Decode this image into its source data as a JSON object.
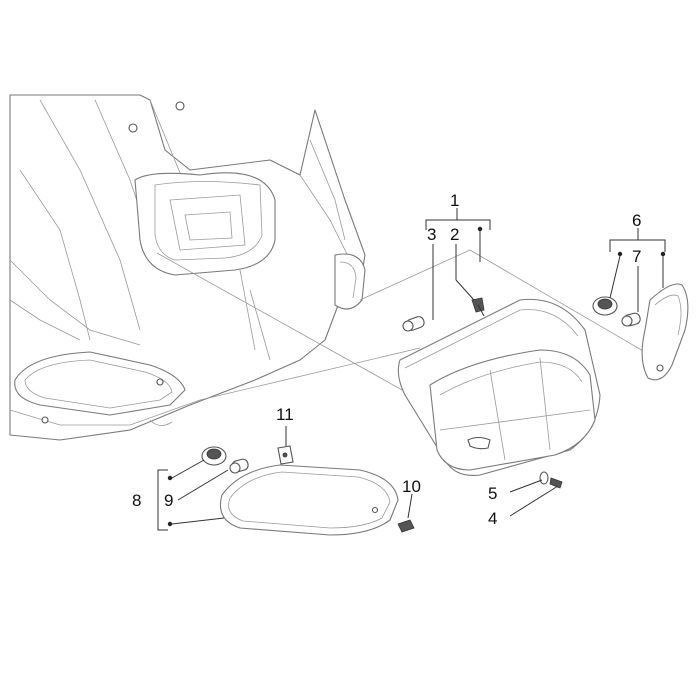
{
  "callouts": [
    {
      "id": "1",
      "label": "1"
    },
    {
      "id": "2",
      "label": "2"
    },
    {
      "id": "3",
      "label": "3"
    },
    {
      "id": "4",
      "label": "4"
    },
    {
      "id": "5",
      "label": "5"
    },
    {
      "id": "6",
      "label": "6"
    },
    {
      "id": "7",
      "label": "7"
    },
    {
      "id": "8",
      "label": "8"
    },
    {
      "id": "9",
      "label": "9"
    },
    {
      "id": "10",
      "label": "10"
    },
    {
      "id": "11",
      "label": "11"
    }
  ],
  "colors": {
    "line": "#7a7a7a",
    "leader": "#333333",
    "text": "#111111",
    "background": "#ffffff"
  }
}
